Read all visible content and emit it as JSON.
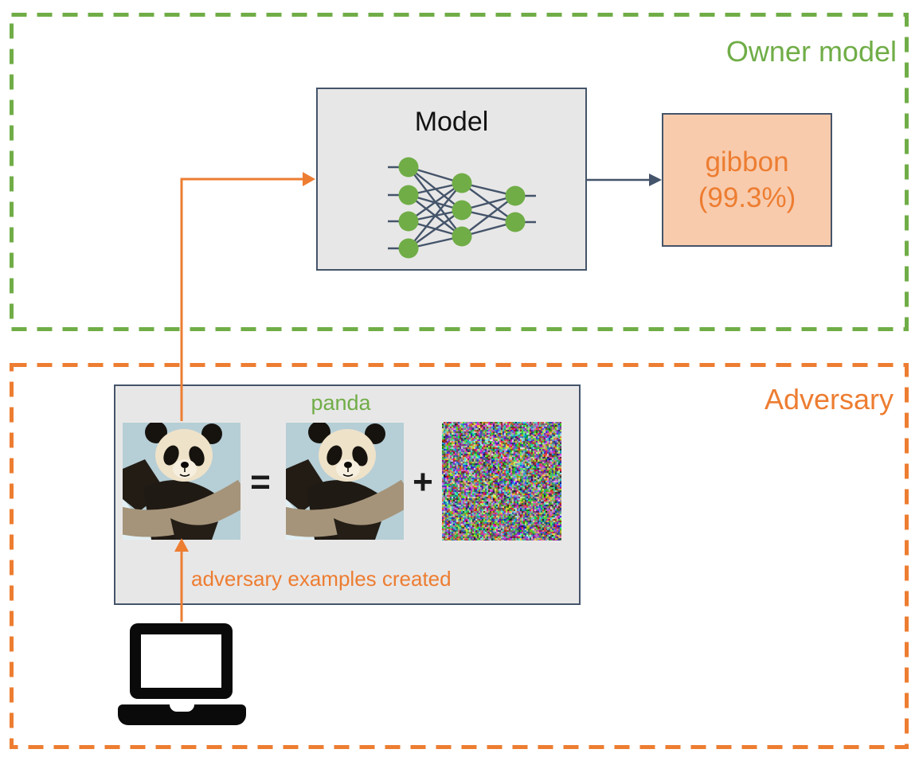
{
  "diagram": {
    "owner": {
      "label": "Owner model",
      "model_title": "Model",
      "prediction_line1": "gibbon",
      "prediction_line2": "(99.3%)"
    },
    "adversary": {
      "label": "Adversary",
      "true_class": "panda",
      "equals": "=",
      "plus": "+",
      "caption": "adversary examples created"
    }
  },
  "colors": {
    "green": "#70AD47",
    "orange": "#ED7D31",
    "peach_fill": "#F8CBAD",
    "slate": "#44546A",
    "panel_fill": "#E8E7E7"
  },
  "icons": {
    "neural_network": "neural-network-icon",
    "laptop": "laptop-icon",
    "panda_photo": "panda-image",
    "noise_pattern": "noise-image"
  }
}
